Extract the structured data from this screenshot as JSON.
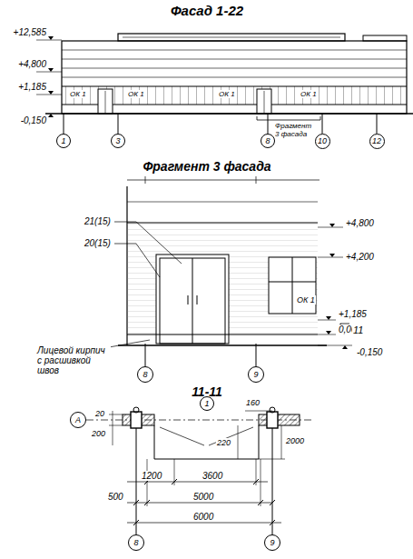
{
  "diagram": {
    "title": "Фасад 1-22",
    "nodes": [
      {
        "text": [
          "1"
        ]
      },
      {
        "text": [
          "3"
        ]
      },
      {
        "text": [
          "8"
        ]
      },
      {
        "text": [
          "10"
        ]
      },
      {
        "text": [
          "12"
        ]
      },
      {
        "text": [
          "8"
        ]
      },
      {
        "text": [
          "9"
        ]
      },
      {
        "text": [
          "А"
        ]
      },
      {
        "text": [
          "1"
        ]
      },
      {
        "text": [
          "8"
        ]
      },
      {
        "text": [
          "9"
        ]
      }
    ],
    "labels": [
      "+12,585",
      "+4,800",
      "+1,185",
      "-0,150",
      "ОК 1",
      "ОК 1",
      "ОК 1",
      "ОК 1",
      "Фрагмент 3 фасада",
      "Фрагмент 3 фасада",
      "21(15)",
      "20(15)",
      "+4,800",
      "+4,200",
      "ОК 1",
      "+1,185",
      "0,000",
      "-0,150",
      "11",
      "11",
      "Лицевой кирпич с расшивкой швов",
      "11-11",
      "20",
      "200",
      "160",
      "220",
      "2000",
      "1200",
      "3600",
      "500",
      "5000",
      "6000"
    ]
  }
}
